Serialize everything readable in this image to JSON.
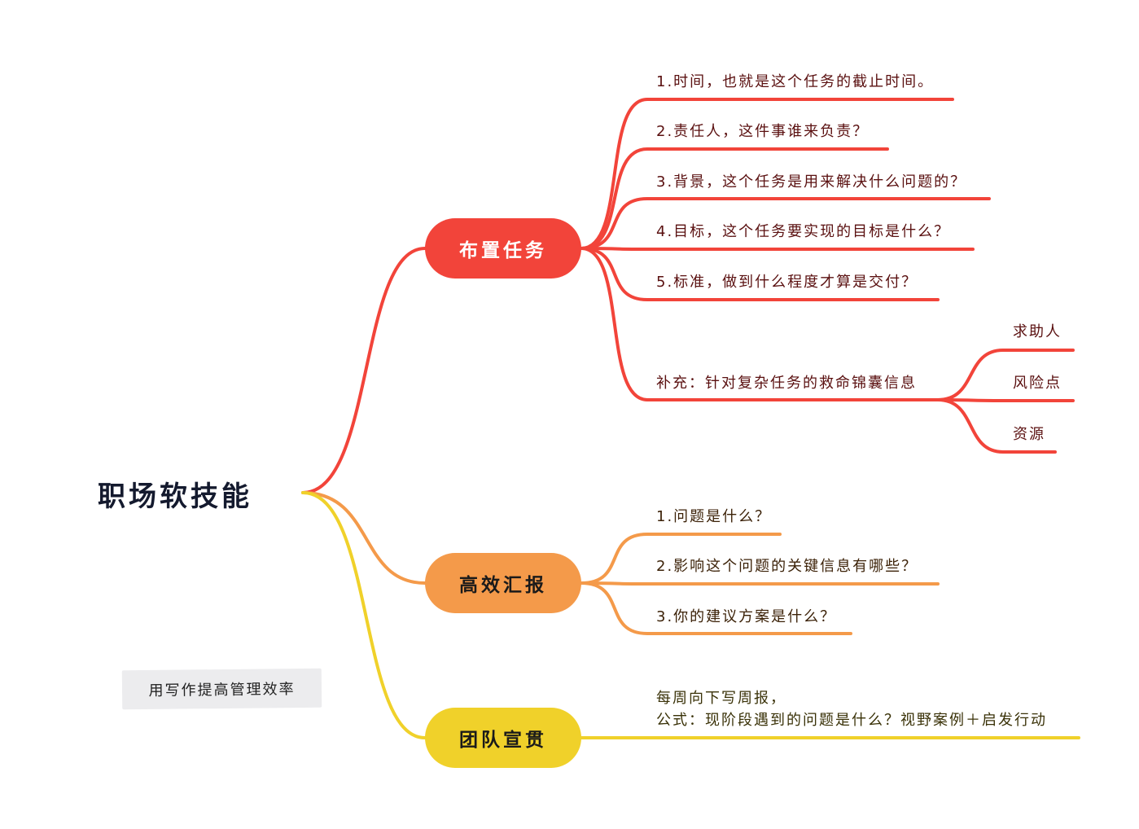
{
  "colors": {
    "red": "#f2443a",
    "orange": "#f49a4a",
    "yellow": "#f0d12a",
    "root_text": "#141a2e",
    "tag_bg": "#ececee"
  },
  "root": {
    "title": "职场软技能"
  },
  "tag": {
    "label": "用写作提高管理效率"
  },
  "branches": [
    {
      "label": "布置任务",
      "color": "#f2443a",
      "items": [
        "1.时间，也就是这个任务的截止时间。",
        "2.责任人，这件事谁来负责？",
        "3.背景，这个任务是用来解决什么问题的？",
        "4.目标，这个任务要实现的目标是什么？",
        "5.标准，做到什么程度才算是交付？",
        "补充：针对复杂任务的救命锦囊信息"
      ],
      "sub_items": [
        "求助人",
        "风险点",
        "资源"
      ]
    },
    {
      "label": "高效汇报",
      "color": "#f49a4a",
      "items": [
        "1.问题是什么？",
        "2.影响这个问题的关键信息有哪些？",
        "3.你的建议方案是什么？"
      ]
    },
    {
      "label": "团队宣贯",
      "color": "#f0d12a",
      "items": [
        "每周向下写周报，",
        "公式：现阶段遇到的问题是什么？视野案例＋启发行动"
      ]
    }
  ]
}
